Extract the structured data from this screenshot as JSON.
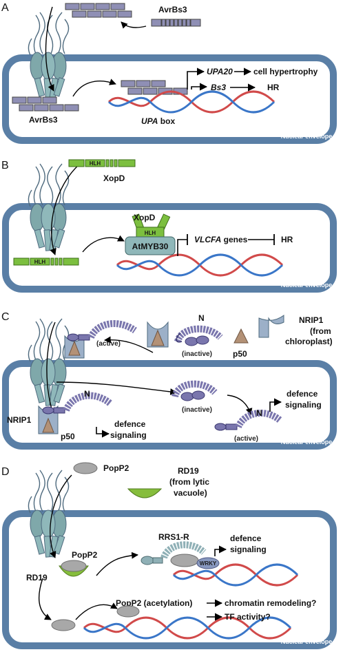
{
  "colors": {
    "envelope": "#5a7fa6",
    "avr": "#8f8fb5",
    "xopd": "#7cbf3f",
    "myb": "#8fb7b9",
    "nprotein": "#7a76ad",
    "p50": "#b39176",
    "nrip1": "#9cb0c8",
    "popp2": "#a8a8a8",
    "rd19": "#86bd3c",
    "wrky": "#8898bf",
    "rrs1": "#8fb0b6",
    "pore": "#7fa8aa"
  },
  "panels": {
    "a": {
      "letter": "A",
      "avrbs3_out": "AvrBs3",
      "avrbs3_in": "AvrBs3",
      "upa20_gene": "UPA20",
      "upa20_result": "cell hypertrophy",
      "bs3_gene": "Bs3",
      "bs3_result": "HR",
      "upa_box": "UPA",
      "upa_box_suffix": " box",
      "envelope": "Nuclear envelope"
    },
    "b": {
      "letter": "B",
      "xopd_out": "XopD",
      "hlh_out": "HLH",
      "hlh_in": "HLH",
      "xopd_in": "XopD",
      "hlh_complex": "HLH",
      "atmyb30": "AtMYB30",
      "vlcfa": "VLCFA",
      "vlcfa_suffix": " genes",
      "hr": "HR",
      "envelope": "Nuclear envelope"
    },
    "c": {
      "letter": "C",
      "active_cyto": "(active)",
      "n_cyto": "N",
      "inactive_cyto": "(inactive)",
      "p50_cyto": "p50",
      "nrip1_cyto_l1": "NRIP1",
      "nrip1_cyto_l2": "(from",
      "nrip1_cyto_l3": "chloroplast)",
      "nrip1_nuc": "NRIP1",
      "p50_nuc": "p50",
      "n_nuc": "N",
      "defence_l1_left": "defence",
      "defence_l2_left": "signaling",
      "inactive_nuc": "(inactive)",
      "n_right": "N",
      "active_nuc": "(active)",
      "defence_l1_right": "defence",
      "defence_l2_right": "signaling",
      "envelope": "Nuclear envelope"
    },
    "d": {
      "letter": "D",
      "popp2_out": "PopP2",
      "rd19_l1": "RD19",
      "rd19_l2": "(from lytic",
      "rd19_l3": "vacuole)",
      "popp2_in": "PopP2",
      "rd19_in": "RD19",
      "rrs1": "RRS1-R",
      "wrky": "WRKY",
      "defence_l1": "defence",
      "defence_l2": "signaling",
      "acetylation": "PopP2 (acetylation)",
      "chromatin": "chromatin remodeling?",
      "tf": "TF activity?",
      "envelope": "Nuclear envelope"
    }
  }
}
